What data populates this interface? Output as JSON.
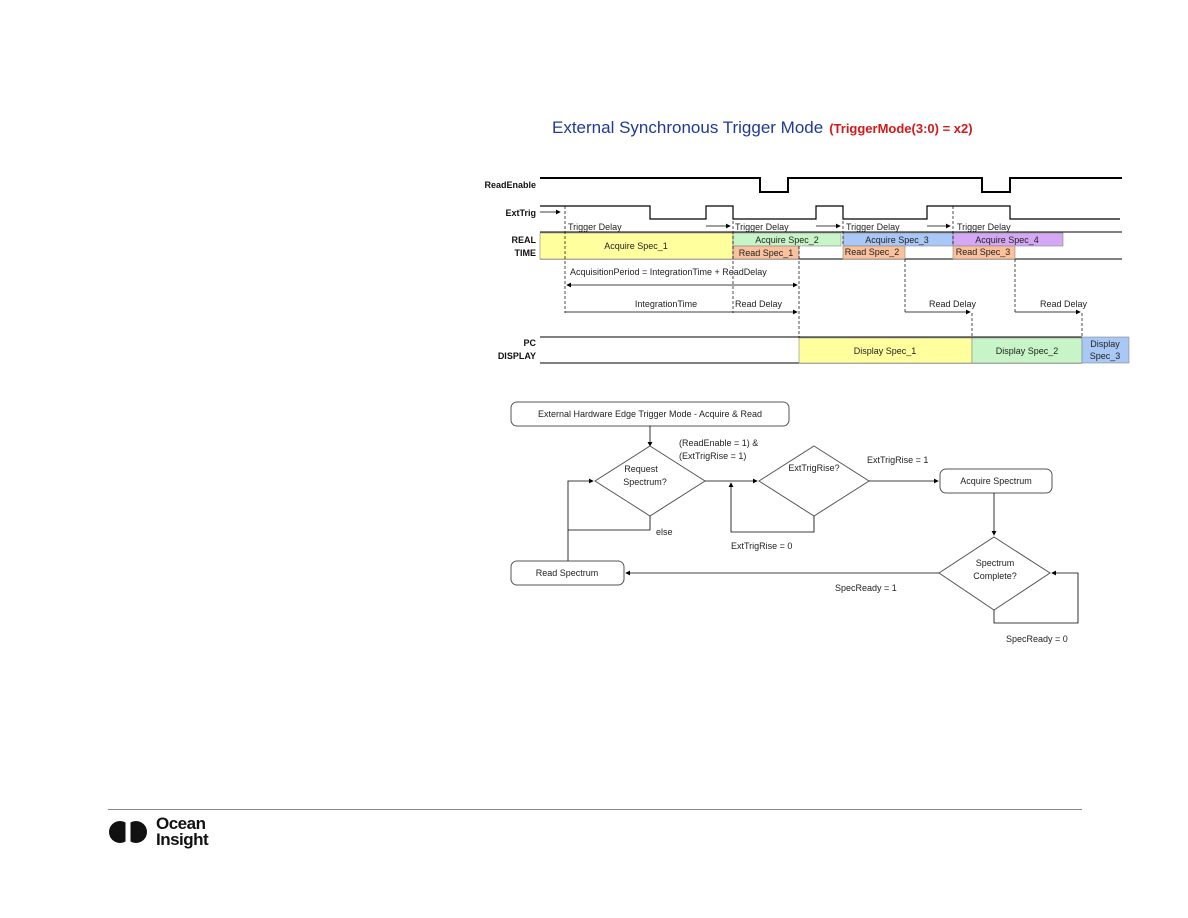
{
  "title": {
    "main": "External Synchronous Trigger Mode",
    "mode": "(TriggerMode(3:0) = x2)"
  },
  "colors": {
    "title": "#1f3a96",
    "mode": "#d11a1a",
    "yellow": "#ffff9e",
    "green": "#c8f5c8",
    "blue": "#a9c8f5",
    "purple": "#d4a8f5",
    "salmon": "#fbc09c",
    "light_blue": "#a9c8f5"
  },
  "timing": {
    "signals": {
      "read_enable": "ReadEnable",
      "ext_trig": "ExtTrig",
      "real": "REAL",
      "time": "TIME",
      "pc": "PC",
      "display": "DISPLAY"
    },
    "trigger_delays": [
      "Trigger Delay",
      "Trigger Delay",
      "Trigger Delay",
      "Trigger Delay"
    ],
    "acquire": [
      "Acquire Spec_1",
      "Acquire Spec_2",
      "Acquire Spec_3",
      "Acquire Spec_4"
    ],
    "read": [
      "Read Spec_1",
      "Read Spec_2",
      "Read Spec_3"
    ],
    "acquisition_period": "AcquisitionPeriod = IntegrationTime + ReadDelay",
    "integration_time": "IntegrationTime",
    "read_delays": [
      "Read Delay",
      "Read Delay",
      "Read Delay"
    ],
    "display": [
      "Display Spec_1",
      "Display Spec_2",
      "Display",
      "Spec_3"
    ]
  },
  "flow": {
    "start": "External Hardware Edge Trigger Mode - Acquire & Read",
    "request_q1": "Request",
    "request_q2": "Spectrum?",
    "cond1_a": "(ReadEnable = 1) &",
    "cond1_b": "(ExtTrigRise = 1)",
    "else": "else",
    "exttrig_q": "ExtTrigRise?",
    "exttrig_1": "ExtTrigRise = 1",
    "exttrig_0": "ExtTrigRise = 0",
    "acquire": "Acquire Spectrum",
    "complete_q1": "Spectrum",
    "complete_q2": "Complete?",
    "specready_1": "SpecReady = 1",
    "specready_0": "SpecReady = 0",
    "read": "Read Spectrum"
  },
  "footer": {
    "logo_line1": "Ocean",
    "logo_line2": "Insight"
  }
}
